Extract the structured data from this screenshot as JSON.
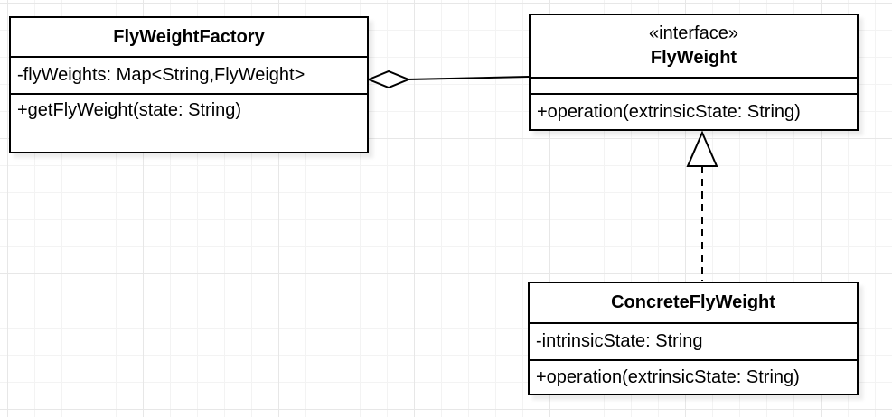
{
  "canvas": {
    "background_color": "#ffffff",
    "grid_minor_color": "#f3f3f3",
    "grid_major_color": "#e7e7e7",
    "shape_fill_color": "#ffffff",
    "shape_stroke_color": "#000000",
    "text_color": "#000000"
  },
  "classes": {
    "flyweight_factory": {
      "title": "FlyWeightFactory",
      "attributes": [
        "-flyWeights: Map<String,FlyWeight>"
      ],
      "methods": [
        "+getFlyWeight(state: String)"
      ]
    },
    "flyweight": {
      "stereotype": "«interface»",
      "title": "FlyWeight",
      "attributes": [],
      "methods": [
        "+operation(extrinsicState: String)"
      ]
    },
    "concrete_flyweight": {
      "title": "ConcreteFlyWeight",
      "attributes": [
        "-intrinsicState: String"
      ],
      "methods": [
        "+operation(extrinsicState: String)"
      ]
    }
  },
  "relationships": [
    {
      "type": "aggregation",
      "from": "FlyWeightFactory",
      "to": "FlyWeight",
      "marker": "hollow-diamond",
      "line_style": "solid"
    },
    {
      "type": "realization",
      "from": "ConcreteFlyWeight",
      "to": "FlyWeight",
      "marker": "hollow-triangle",
      "line_style": "dashed"
    }
  ]
}
